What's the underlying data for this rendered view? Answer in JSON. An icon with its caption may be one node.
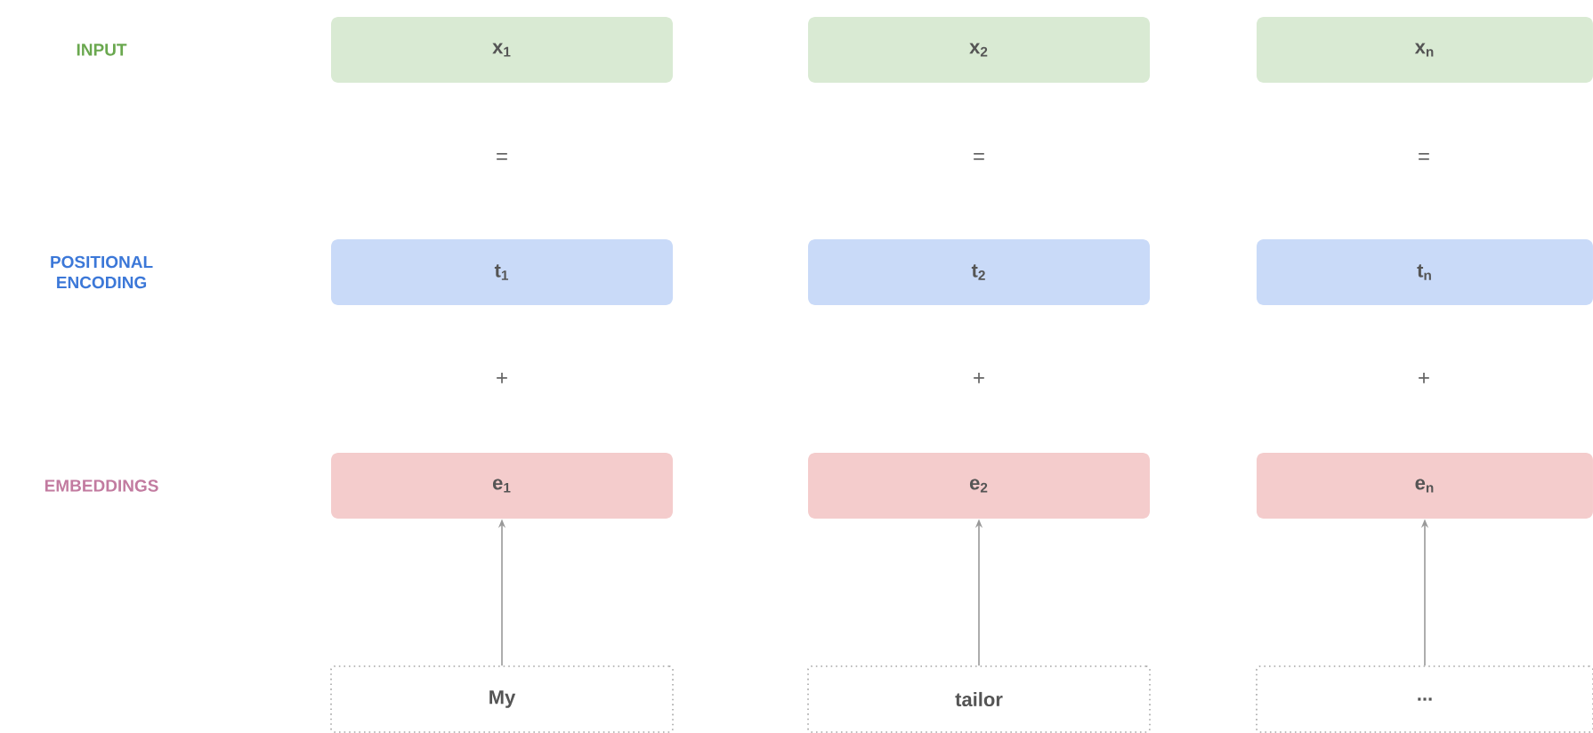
{
  "diagram": {
    "nodes": [
      {
        "text": [
          "x$_{1}$"
        ]
      },
      {
        "text": [
          "x$_{2}$"
        ]
      },
      {
        "text": [
          "x$_{n}$"
        ]
      },
      {
        "text": [
          "t$_{1}$"
        ]
      },
      {
        "text": [
          "t$_{2}$"
        ]
      },
      {
        "text": [
          "t$_{n}$"
        ]
      },
      {
        "text": [
          "e$_{1}$"
        ]
      },
      {
        "text": [
          "e$_{2}$"
        ]
      },
      {
        "text": [
          "e$_{n}$"
        ]
      },
      {
        "text": [
          "My"
        ]
      },
      {
        "text": [
          "tailor"
        ]
      },
      {
        "text": [
          "..."
        ]
      }
    ],
    "edges": [
      {
        "from": 9,
        "to": 6,
        "arrow": "to"
      },
      {
        "from": 10,
        "to": 7,
        "arrow": "to"
      },
      {
        "from": 11,
        "to": 8,
        "arrow": "to"
      }
    ],
    "labels": [
      "INPUT",
      "=",
      "=",
      "=",
      "POSITIONAL ENCODING",
      "+",
      "+",
      "+",
      "EMBEDDINGS"
    ]
  }
}
